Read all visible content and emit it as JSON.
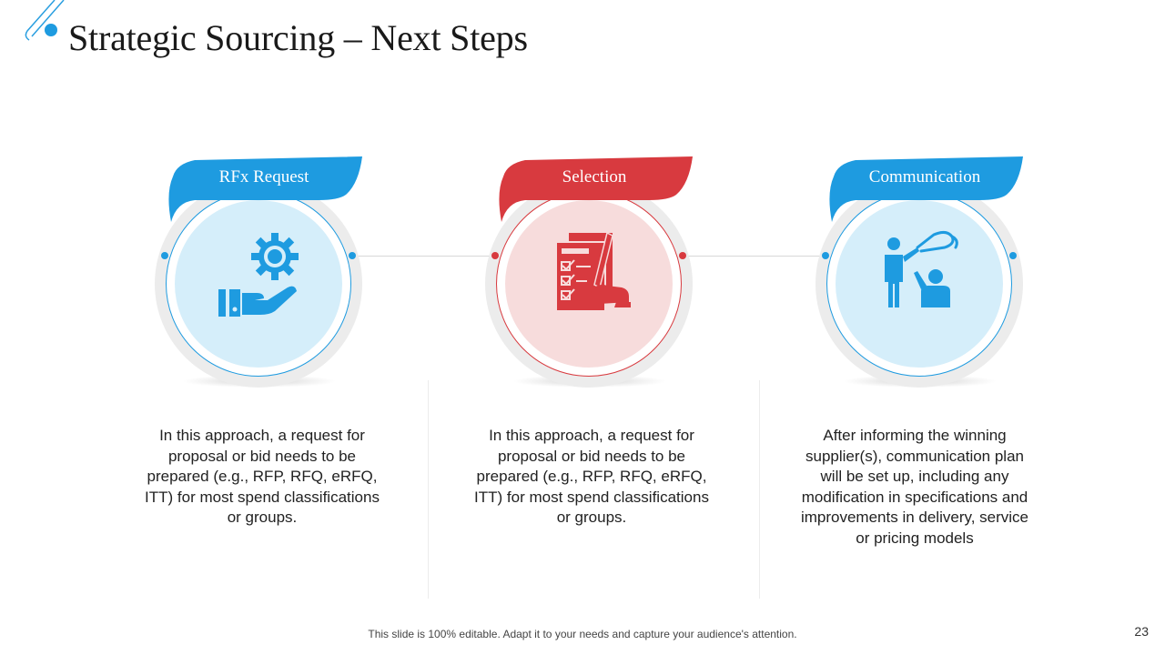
{
  "title": "Strategic Sourcing – Next Steps",
  "colors": {
    "blue": "#1e9be0",
    "light_blue": "#d5eefa",
    "red": "#d83a3f",
    "light_red": "#f7dcdc"
  },
  "steps": [
    {
      "label": "RFx Request",
      "icon": "gear-hand-icon",
      "color": "#1e9be0",
      "description": "In this approach, a request for proposal or bid needs to be prepared (e.g., RFP, RFQ, eRFQ, ITT) for most spend classifications or groups."
    },
    {
      "label": "Selection",
      "icon": "checklist-signing-icon",
      "color": "#d83a3f",
      "description": "In this approach, a request for proposal or bid needs to be prepared (e.g., RFP, RFQ, eRFQ, ITT) for most spend classifications or groups."
    },
    {
      "label": "Communication",
      "icon": "presenter-audience-icon",
      "color": "#1e9be0",
      "description": "After informing the winning supplier(s), communication plan will be set up, including any modification in specifications and improvements in delivery, service or pricing models"
    }
  ],
  "footer": "This slide is 100% editable. Adapt it to your needs and capture your audience's attention.",
  "page_number": "23"
}
